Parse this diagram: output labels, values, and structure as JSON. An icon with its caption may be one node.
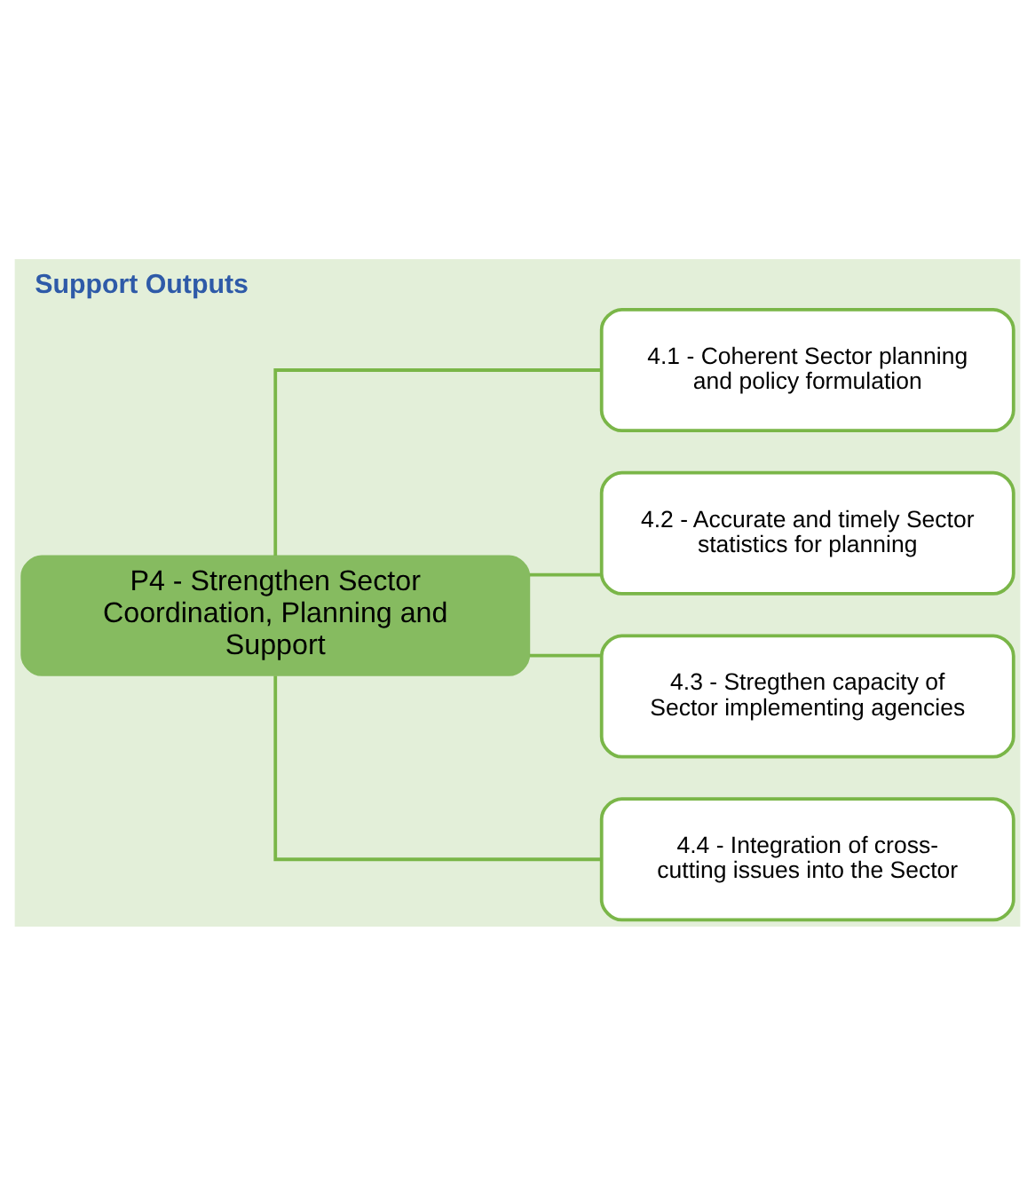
{
  "diagram": {
    "title": "Support Outputs",
    "nodes": [
      {
        "text": [
          "P4 - Strengthen Sector Coordination, Planning and Support"
        ]
      },
      {
        "text": [
          "4.1 - Coherent Sector planning and policy formulation"
        ]
      },
      {
        "text": [
          "4.2 - Accurate and timely Sector statistics for planning"
        ]
      },
      {
        "text": [
          "4.3 - Stregthen capacity of Sector implementing agencies"
        ]
      },
      {
        "text": [
          "4.4 - Integration of cross-cutting issues into the Sector"
        ]
      }
    ],
    "edges": [
      {
        "from": 0,
        "to": 1,
        "arrow": "none"
      },
      {
        "from": 0,
        "to": 2,
        "arrow": "none"
      },
      {
        "from": 0,
        "to": 3,
        "arrow": "none"
      },
      {
        "from": 0,
        "to": 4,
        "arrow": "none"
      }
    ]
  }
}
